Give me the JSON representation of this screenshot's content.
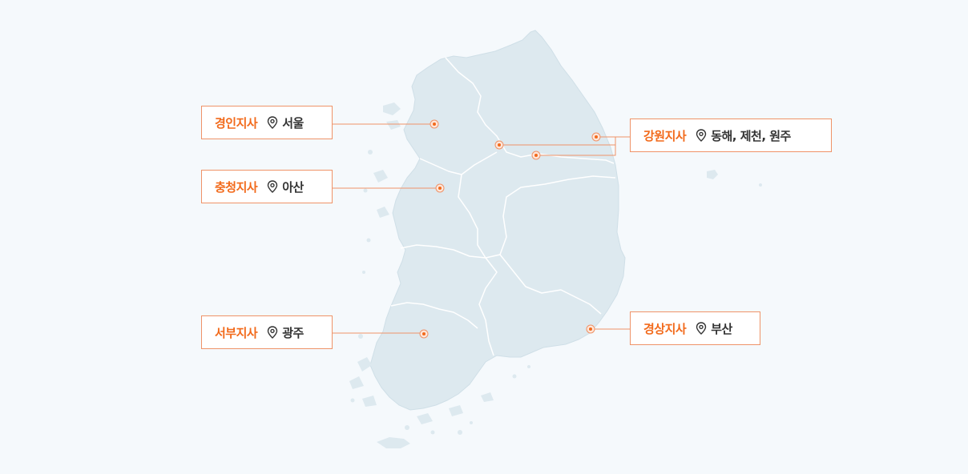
{
  "colors": {
    "background": "#f5f9fc",
    "land": "#dde9ef",
    "border": "#ffffff",
    "accent": "#f26a1b",
    "line": "#ef9368",
    "text": "#333333"
  },
  "branches": [
    {
      "id": "gyeongin",
      "name": "경인지사",
      "location": "서울",
      "icon": "location-pin-icon"
    },
    {
      "id": "chungcheong",
      "name": "충청지사",
      "location": "아산",
      "icon": "location-pin-icon"
    },
    {
      "id": "seobu",
      "name": "서부지사",
      "location": "광주",
      "icon": "location-pin-icon"
    },
    {
      "id": "gangwon",
      "name": "강원지사",
      "location": "동해, 제천, 원주",
      "icon": "location-pin-icon"
    },
    {
      "id": "gyeongsang",
      "name": "경상지사",
      "location": "부산",
      "icon": "location-pin-icon"
    }
  ]
}
